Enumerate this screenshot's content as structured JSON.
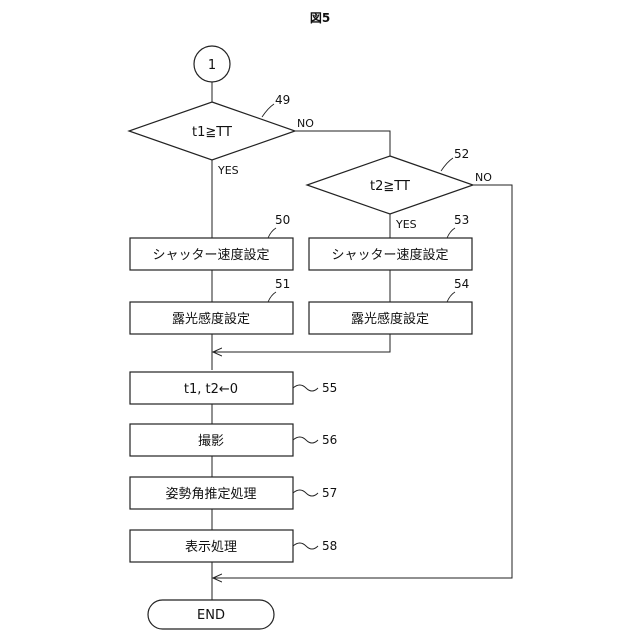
{
  "title": "図5",
  "connector": "1",
  "decision1": {
    "text": "t1≧TT",
    "ref": "49",
    "yes": "YES",
    "no": "NO"
  },
  "decision2": {
    "text": "t2≧TT",
    "ref": "52",
    "yes": "YES",
    "no": "NO"
  },
  "left_branch": [
    {
      "text": "シャッター速度設定",
      "ref": "50"
    },
    {
      "text": "露光感度設定",
      "ref": "51"
    }
  ],
  "right_branch": [
    {
      "text": "シャッター速度設定",
      "ref": "53"
    },
    {
      "text": "露光感度設定",
      "ref": "54"
    }
  ],
  "steps": [
    {
      "text": "t1, t2←0",
      "ref": "55"
    },
    {
      "text": "撮影",
      "ref": "56"
    },
    {
      "text": "姿勢角推定処理",
      "ref": "57"
    },
    {
      "text": "表示処理",
      "ref": "58"
    }
  ],
  "end": "END"
}
